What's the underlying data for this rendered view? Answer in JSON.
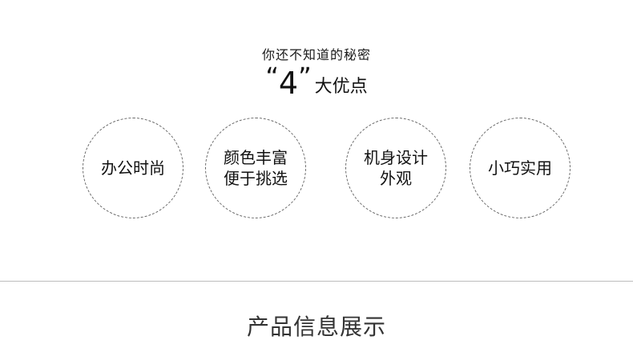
{
  "intro": {
    "subtitle": "你还不知道的秘密",
    "quote_open": "“",
    "number": "4",
    "quote_close": "”",
    "suffix": "大优点"
  },
  "features": [
    {
      "line1": "办公时尚",
      "line2": ""
    },
    {
      "line1": "颜色丰富",
      "line2": "便于挑选"
    },
    {
      "line1": "机身设计",
      "line2": "外观"
    },
    {
      "line1": "小巧实用",
      "line2": ""
    }
  ],
  "section": {
    "title": "产品信息展示"
  },
  "colors": {
    "text": "#111111",
    "circle_border": "#666666",
    "divider": "#bdbdbd",
    "section_title": "#333333"
  }
}
